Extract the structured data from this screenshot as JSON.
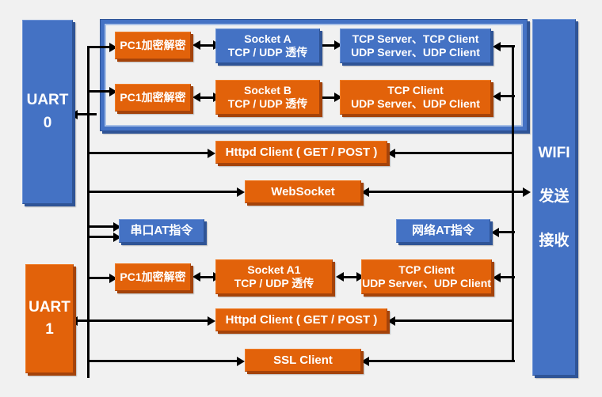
{
  "diagram": {
    "title": "UART / WIFI data path block diagram",
    "colors": {
      "orange": "#e2620a",
      "blue": "#4472c4",
      "background": "#f1f1f1",
      "connector": "#000000"
    },
    "endpoints": {
      "uart0": {
        "line1": "UART",
        "line2": "0"
      },
      "uart1": {
        "line1": "UART",
        "line2": "1"
      },
      "wifi": {
        "line1": "WIFI",
        "line2": "发送",
        "line3": "接收"
      }
    },
    "uart0_group": {
      "row_a": {
        "crypto": "PC1加密解密",
        "socket_line1": "Socket A",
        "socket_line2": "TCP / UDP 透传",
        "proto_line1": "TCP Server、TCP Client",
        "proto_line2": "UDP Server、UDP Client"
      },
      "row_b": {
        "crypto": "PC1加密解密",
        "socket_line1": "Socket B",
        "socket_line2": "TCP / UDP 透传",
        "proto_line1": "TCP Client",
        "proto_line2": "UDP Server、UDP Client"
      }
    },
    "uart0_extra": {
      "httpd": "Httpd Client ( GET / POST )",
      "websocket": "WebSocket"
    },
    "at_commands": {
      "serial": "串口AT指令",
      "network": "网络AT指令"
    },
    "uart1_group": {
      "crypto": "PC1加密解密",
      "socket_line1": "Socket A1",
      "socket_line2": "TCP / UDP 透传",
      "proto_line1": "TCP Client",
      "proto_line2": "UDP Server、UDP Client"
    },
    "uart1_extra": {
      "httpd": "Httpd Client ( GET / POST )",
      "ssl": "SSL Client"
    }
  }
}
